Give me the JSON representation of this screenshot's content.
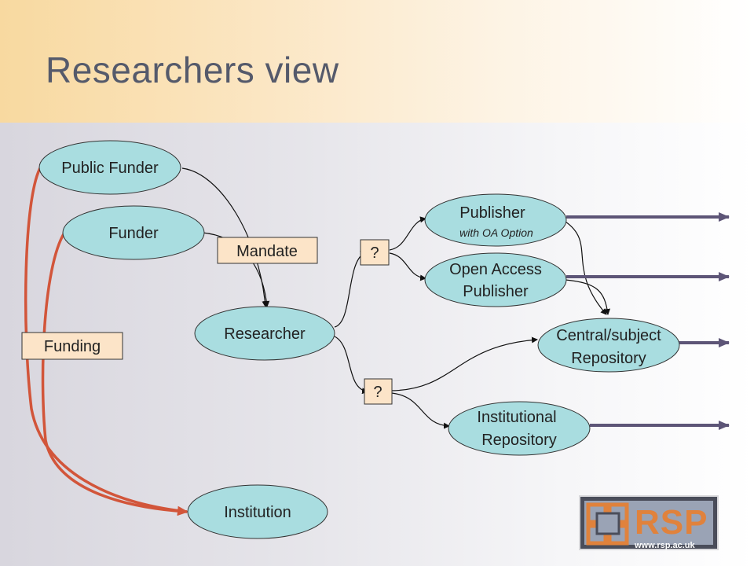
{
  "title": "Researchers view",
  "nodes": {
    "public_funder": "Public Funder",
    "funder": "Funder",
    "mandate": "Mandate",
    "funding": "Funding",
    "researcher": "Researcher",
    "institution": "Institution",
    "question_top": "?",
    "question_bottom": "?",
    "publisher": "Publisher",
    "publisher_sub": "with OA Option",
    "oa_publisher_line1": "Open Access",
    "oa_publisher_line2": "Publisher",
    "central_repo_line1": "Central/subject",
    "central_repo_line2": "Repository",
    "inst_repo_line1": "Institutional",
    "inst_repo_line2": "Repository"
  },
  "logo": {
    "text": "RSP",
    "url": "www.rsp.ac.uk"
  },
  "colors": {
    "node_fill": "#a9dde0",
    "label_fill": "#fce4c8",
    "funding_arrow": "#d2553a",
    "output_arrow": "#5d5577",
    "title": "#555a6b"
  }
}
